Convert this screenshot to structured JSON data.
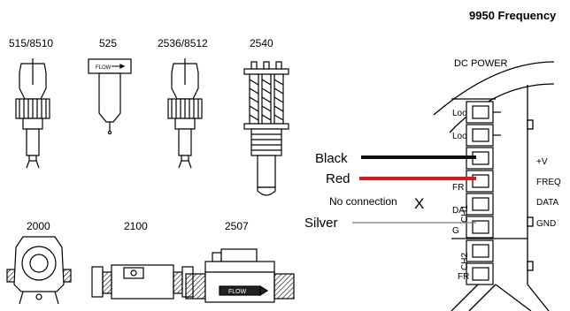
{
  "title": "9950 Frequency",
  "sensors": [
    {
      "label": "515/8510"
    },
    {
      "label": "525",
      "flow_text": "FLOW"
    },
    {
      "label": "2536/8512"
    },
    {
      "label": "2540"
    },
    {
      "label": "2000"
    },
    {
      "label": "2100"
    },
    {
      "label": "2507",
      "flow_text": "FLOW"
    }
  ],
  "terminal_block": {
    "header": "DC POWER",
    "slot_labels": [
      "Loo",
      "Loo",
      "FR",
      "DA",
      "G",
      "FR"
    ],
    "channel_labels": [
      "CH1",
      "CH2"
    ],
    "right_labels": [
      "+V",
      "FREQ",
      "DATA",
      "GND"
    ]
  },
  "wires": [
    {
      "label": "Black",
      "color": "#111111"
    },
    {
      "label": "Red",
      "color": "#e0161e"
    },
    {
      "label": "No connection",
      "marker": "X"
    },
    {
      "label": "Silver",
      "color": "#777777"
    }
  ]
}
